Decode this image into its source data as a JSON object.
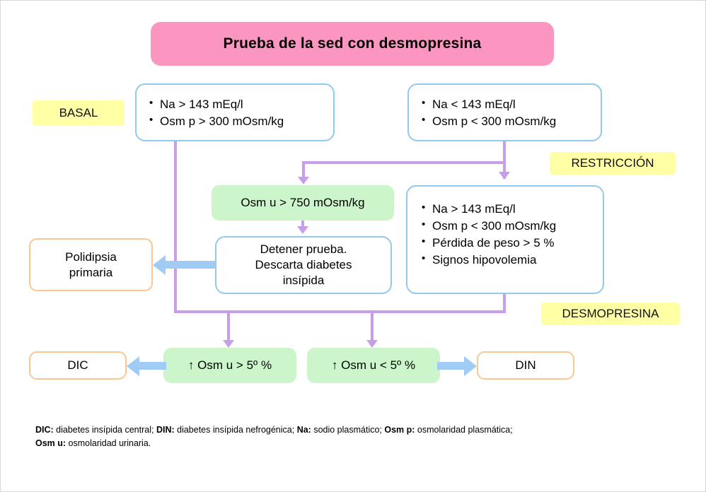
{
  "title": {
    "text": "Prueba de la sed con desmopresina",
    "color": "#fb96c0"
  },
  "phase_tags": {
    "basal": "BASAL",
    "restriccion": "RESTRICCIÓN",
    "desmopresina": "DESMOPRESINA",
    "color": "#ffffa6"
  },
  "nodes": {
    "basal_left": {
      "bullets": [
        "Na > 143 mEq/l",
        "Osm p > 300 mOsm/kg"
      ]
    },
    "basal_right": {
      "bullets": [
        "Na < 143 mEq/l",
        "Osm p < 300 mOsm/kg"
      ]
    },
    "osm_u_high": {
      "text": "Osm u > 750 mOsm/kg",
      "color": "#ccf5cc"
    },
    "detener": {
      "line1": "Detener prueba.",
      "line2": "Descarta diabetes",
      "line3": "insípida"
    },
    "restriccion_right": {
      "bullets": [
        "Na > 143 mEq/l",
        "Osm p < 300 mOsm/kg",
        "Pérdida de peso > 5 %",
        "Signos hipovolemia"
      ]
    },
    "polidipsia": {
      "line1": "Polidipsia",
      "line2": "primaria",
      "border": "#f7c894"
    },
    "osm_up_high": {
      "text": "↑ Osm u > 5º %",
      "color": "#ccf5cc"
    },
    "osm_up_low": {
      "text": "↑ Osm u < 5º %",
      "color": "#ccf5cc"
    },
    "dic": {
      "text": "DIC",
      "border": "#f7c894"
    },
    "din": {
      "text": "DIN",
      "border": "#f7c894"
    }
  },
  "connectors": {
    "flow_color": "#c79fe8",
    "result_color": "#9fcbf5"
  },
  "footnote": {
    "abbr1": "DIC:",
    "def1": " diabetes insípida central; ",
    "abbr2": "DIN:",
    "def2": " diabetes insípida nefrogénica; ",
    "abbr3": "Na:",
    "def3": " sodio plasmático; ",
    "abbr4": "Osm p:",
    "def4": " osmolaridad plasmática;",
    "abbr5": "Osm u:",
    "def5": " osmolaridad urinaria."
  }
}
